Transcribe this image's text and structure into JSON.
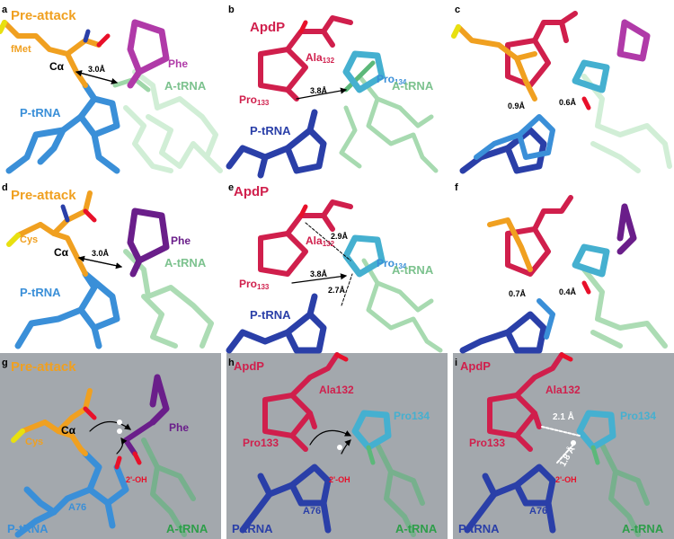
{
  "colors": {
    "orange": "#f0a020",
    "yellow": "#e8e010",
    "blue": "#3a8fd8",
    "darkblue": "#2a3fa8",
    "crimson": "#d01f4c",
    "magenta": "#b03aa8",
    "purple": "#6a1e8a",
    "teal": "#45b0d0",
    "green": "#5cb87a",
    "lightgreen": "#9ed6a8",
    "red": "#e8102a",
    "gray": "#a3a8ad"
  },
  "panels": [
    {
      "letter": "a",
      "title": "Pre-attack",
      "labels": [
        "fMet",
        "Cα",
        "Phe",
        "A-tRNA",
        "P-tRNA"
      ],
      "distances": [
        "3.0Å"
      ]
    },
    {
      "letter": "b",
      "title": "ApdP",
      "labels": [
        "Ala",
        "132",
        "Pro",
        "134",
        "Pro",
        "133",
        "A-tRNA",
        "P-tRNA"
      ],
      "distances": [
        "3.8Å"
      ]
    },
    {
      "letter": "c",
      "title": "",
      "labels": [],
      "distances": [
        "0.9Å",
        "0.6Å"
      ]
    },
    {
      "letter": "d",
      "title": "Pre-attack",
      "labels": [
        "Cys",
        "Cα",
        "Phe",
        "A-tRNA",
        "P-tRNA"
      ],
      "distances": [
        "3.0Å"
      ]
    },
    {
      "letter": "e",
      "title": "ApdP",
      "labels": [
        "Ala",
        "132",
        "Pro",
        "134",
        "Pro",
        "133",
        "A-tRNA",
        "P-tRNA"
      ],
      "distances": [
        "2.9Å",
        "3.8Å",
        "2.7Å"
      ]
    },
    {
      "letter": "f",
      "title": "",
      "labels": [],
      "distances": [
        "0.7Å",
        "0.4Å"
      ]
    },
    {
      "letter": "g",
      "title": "Pre-attack",
      "labels": [
        "Cys",
        "Cα",
        "Phe",
        "2'-OH",
        "A76",
        "P-tRNA",
        "A-tRNA"
      ],
      "distances": []
    },
    {
      "letter": "h",
      "title": "ApdP",
      "labels": [
        "Ala132",
        "Pro134",
        "Pro133",
        "2'-OH",
        "A76",
        "P-tRNA",
        "A-tRNA"
      ],
      "distances": []
    },
    {
      "letter": "i",
      "title": "ApdP",
      "labels": [
        "Ala132",
        "Pro134",
        "Pro133",
        "2'-OH",
        "A76",
        "P-tRNA",
        "A-tRNA"
      ],
      "distances": [
        "2.1 Å",
        "1.8 Å"
      ]
    }
  ]
}
